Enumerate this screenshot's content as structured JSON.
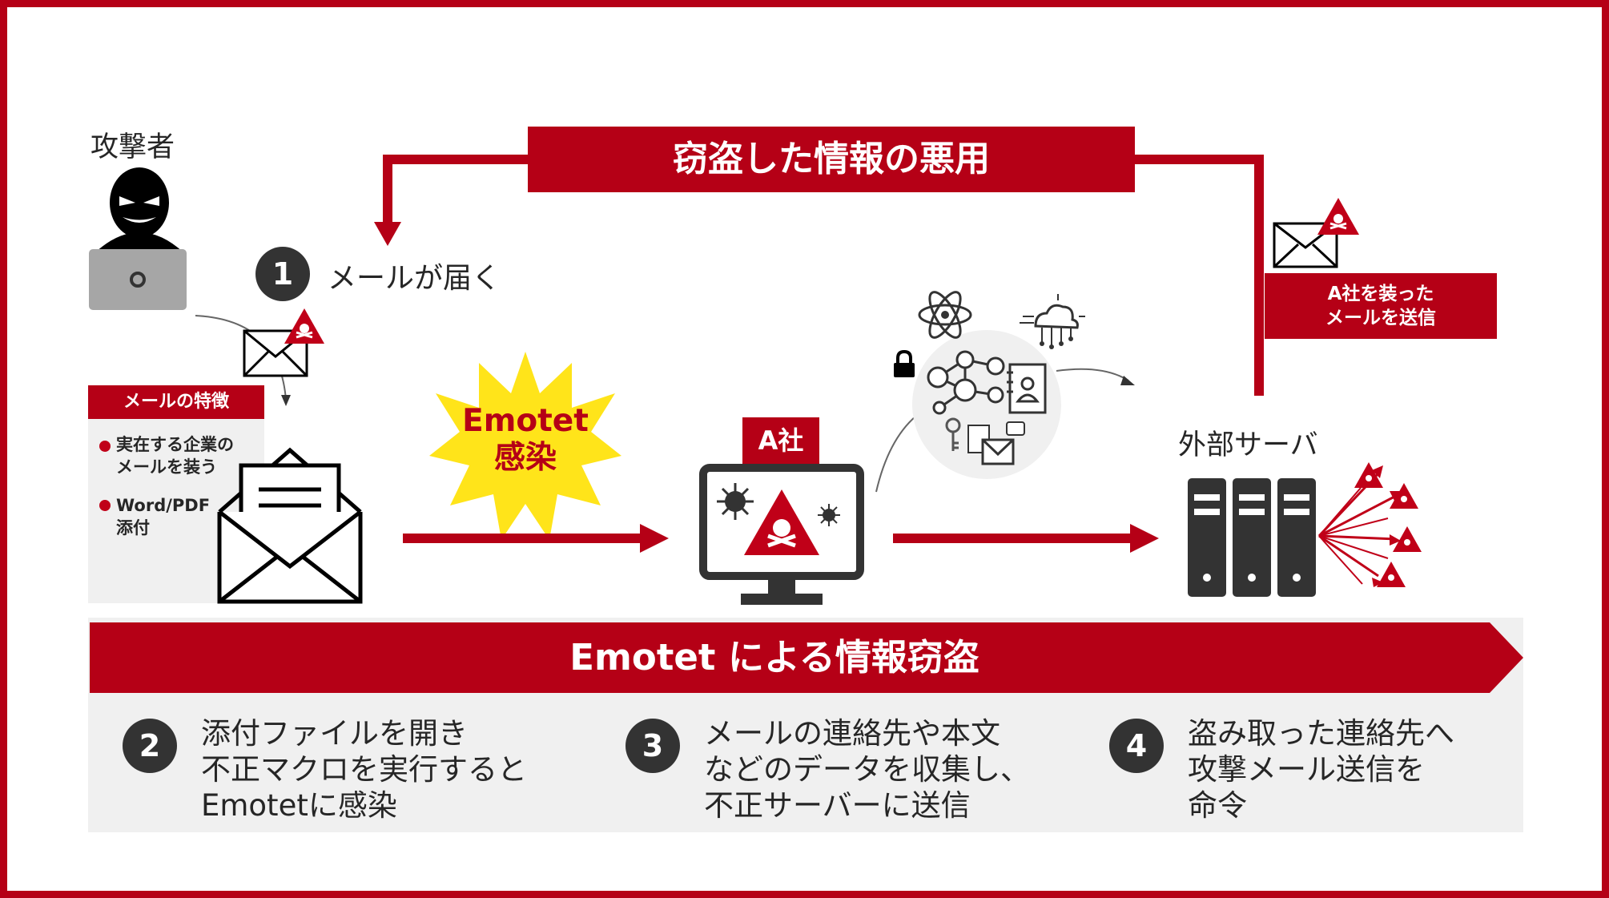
{
  "attacker": {
    "label": "攻撃者"
  },
  "top_banner": {
    "label": "窃盗した情報の悪用"
  },
  "step1": {
    "number": "1",
    "label": "メールが届く"
  },
  "mail_features": {
    "title": "メールの特徴",
    "bullets": [
      "実在する企業の",
      "メールを装う",
      "Word/PDF",
      "添付"
    ]
  },
  "infection_badge": {
    "line1": "Emotet",
    "line2": "感染"
  },
  "company": {
    "label": "A社"
  },
  "external_server": {
    "label": "外部サーバ"
  },
  "spoof_mail": {
    "line1": "A社を装った",
    "line2": "メールを送信"
  },
  "bottom_banner": {
    "label": "Emotet による情報窃盗"
  },
  "steps": [
    {
      "number": "2",
      "lines": [
        "添付ファイルを開き",
        "不正マクロを実行すると",
        "Emotetに感染"
      ]
    },
    {
      "number": "3",
      "lines": [
        "メールの連絡先や本文",
        "などのデータを収集し、",
        "不正サーバーに送信"
      ]
    },
    {
      "number": "4",
      "lines": [
        "盗み取った連絡先へ",
        "攻撃メール送信を",
        "命令"
      ]
    }
  ],
  "colors": {
    "accent_red": "#b50016",
    "dark": "#333333",
    "light_gray": "#f0f0f0",
    "burst_yellow": "#ffe41a"
  },
  "icons": [
    "hacker-icon",
    "laptop-icon",
    "envelope-icon",
    "warning-skull-icon",
    "open-envelope-icon",
    "monitor-icon",
    "virus-icon",
    "atom-icon",
    "cloud-network-icon",
    "lock-icon",
    "network-people-icon",
    "contact-card-icon",
    "key-icon",
    "documents-icon",
    "server-icon"
  ]
}
